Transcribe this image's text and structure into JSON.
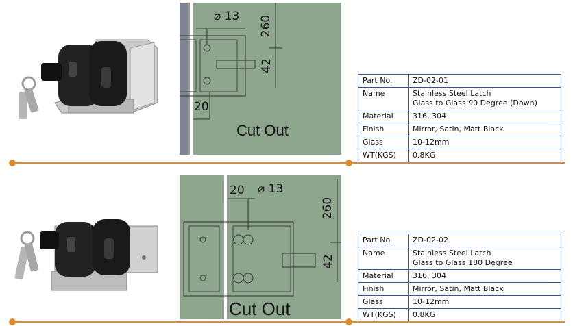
{
  "products": [
    {
      "cut_label": "Cut Out",
      "dims": {
        "diameter": "13",
        "height": "260",
        "offset": "42",
        "edge": "20"
      },
      "specs": [
        {
          "key": "Part No.",
          "value": "ZD-02-01"
        },
        {
          "key": "Name",
          "value": "Stainless Steel Latch",
          "value2": "Glass to Glass 90 Degree (Down)"
        },
        {
          "key": "Material",
          "value": "316, 304"
        },
        {
          "key": "Finish",
          "value": "Mirror, Satin, Matt Black"
        },
        {
          "key": "Glass",
          "value": "10-12mm"
        },
        {
          "key": "WT(KGS)",
          "value": "0.8KG"
        }
      ]
    },
    {
      "cut_label": "Cut Out",
      "dims": {
        "diameter": "13",
        "height": "260",
        "offset": "42",
        "edge": "20"
      },
      "specs": [
        {
          "key": "Part No.",
          "value": "ZD-02-02"
        },
        {
          "key": "Name",
          "value": "Stainless Steel Latch",
          "value2": "Glass to Glass 180 Degree"
        },
        {
          "key": "Material",
          "value": "316, 304"
        },
        {
          "key": "Finish",
          "value": "Mirror, Satin, Matt Black"
        },
        {
          "key": "Glass",
          "value": "10-12mm"
        },
        {
          "key": "WT(KGS)",
          "value": "0.8KG"
        }
      ]
    }
  ],
  "colors": {
    "accent": "#e08a2a",
    "glass": "#8fa68e",
    "table_border": "#3b4ea0"
  }
}
